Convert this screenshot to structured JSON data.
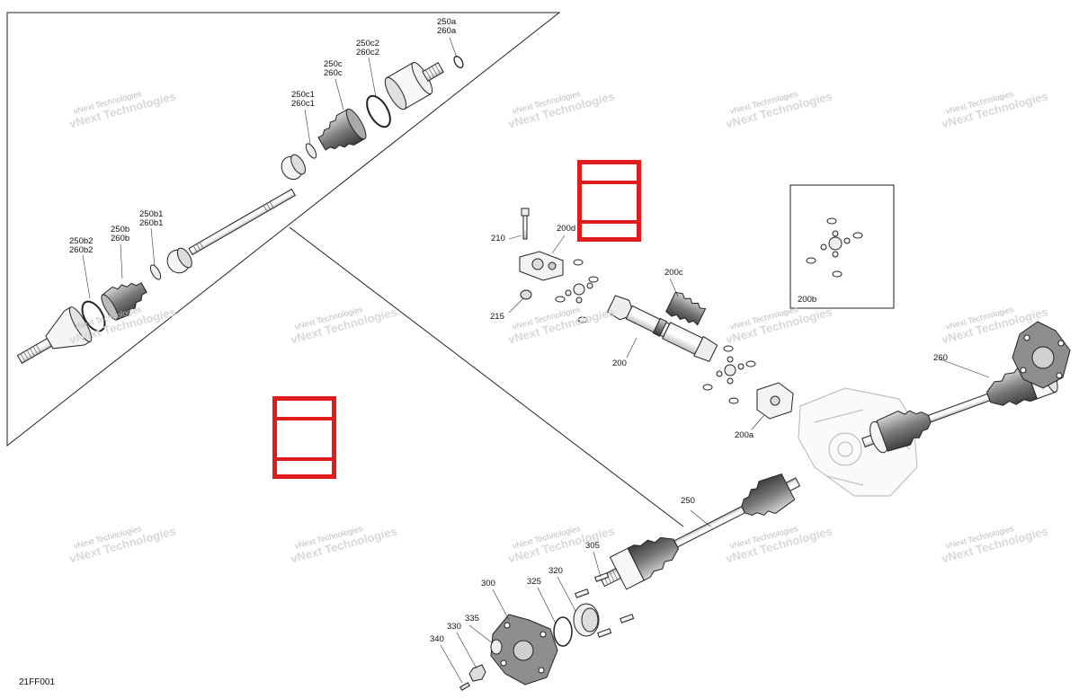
{
  "diagram_code": "21FF001",
  "watermark": {
    "line1": "vNext Technologies",
    "line2": "vNext Technologies"
  },
  "accent_color": "#e01c1c",
  "callouts": {
    "c250a": [
      "250a",
      "260a"
    ],
    "c250c2": [
      "250c2",
      "260c2"
    ],
    "c250c": [
      "250c",
      "260c"
    ],
    "c250c1": [
      "250c1",
      "260c1"
    ],
    "c250b1": [
      "250b1",
      "260b1"
    ],
    "c250b": [
      "250b",
      "260b"
    ],
    "c250b2": [
      "250b2",
      "260b2"
    ],
    "c210": [
      "210"
    ],
    "c200d": [
      "200d"
    ],
    "c215": [
      "215"
    ],
    "c200c": [
      "200c"
    ],
    "c200": [
      "200"
    ],
    "c200a": [
      "200a"
    ],
    "c200b": [
      "200b"
    ],
    "c260": [
      "260"
    ],
    "c250": [
      "250"
    ],
    "c305": [
      "305"
    ],
    "c300": [
      "300"
    ],
    "c320": [
      "320"
    ],
    "c325": [
      "325"
    ],
    "c335": [
      "335"
    ],
    "c330": [
      "330"
    ],
    "c340": [
      "340"
    ]
  }
}
